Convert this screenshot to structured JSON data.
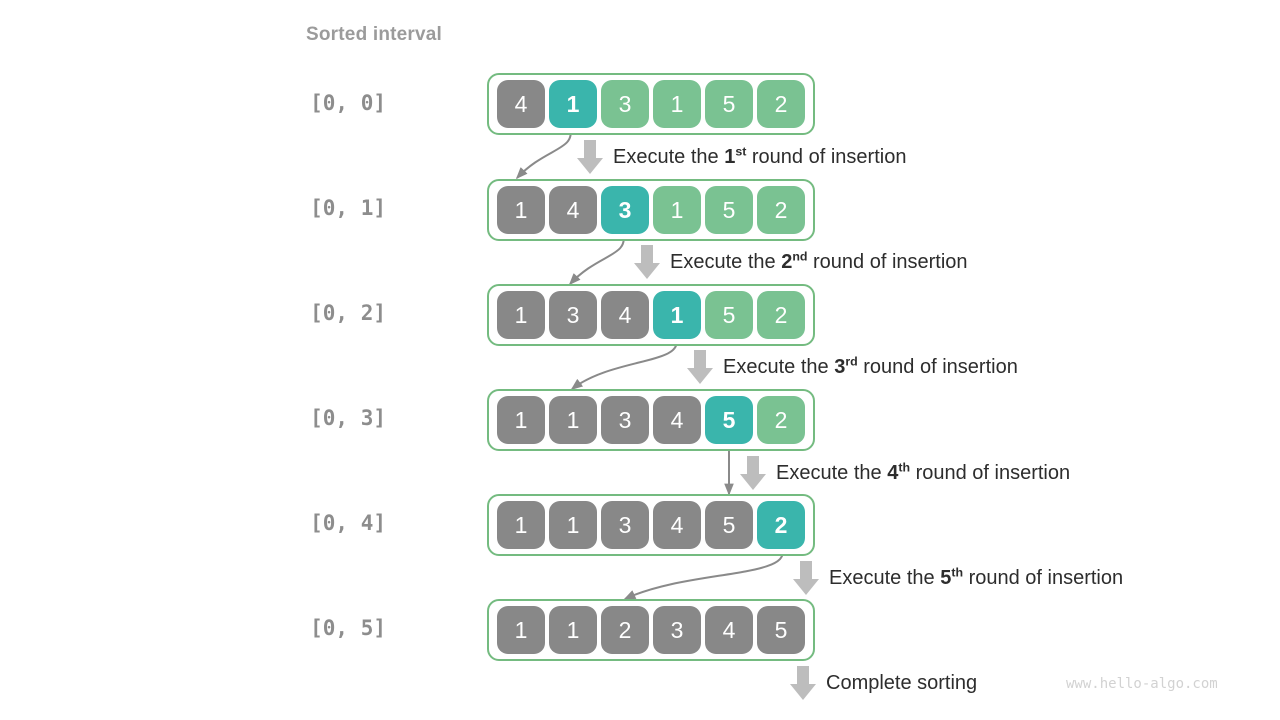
{
  "title": "Sorted interval",
  "watermark": "www.hello-algo.com",
  "colors": {
    "gray": "#888888",
    "teal": "#3ab5ac",
    "green": "#7ac292",
    "border": "#74bb80",
    "arrow": "#bdbdbd",
    "label": "#8d8d8d",
    "title": "#9b9b9b"
  },
  "rows": [
    {
      "label": "[0, 0]",
      "cells": [
        {
          "value": "4",
          "state": "gray"
        },
        {
          "value": "1",
          "state": "teal"
        },
        {
          "value": "3",
          "state": "green"
        },
        {
          "value": "1",
          "state": "green"
        },
        {
          "value": "5",
          "state": "green"
        },
        {
          "value": "2",
          "state": "green"
        }
      ]
    },
    {
      "label": "[0, 1]",
      "cells": [
        {
          "value": "1",
          "state": "gray"
        },
        {
          "value": "4",
          "state": "gray"
        },
        {
          "value": "3",
          "state": "teal"
        },
        {
          "value": "1",
          "state": "green"
        },
        {
          "value": "5",
          "state": "green"
        },
        {
          "value": "2",
          "state": "green"
        }
      ]
    },
    {
      "label": "[0, 2]",
      "cells": [
        {
          "value": "1",
          "state": "gray"
        },
        {
          "value": "3",
          "state": "gray"
        },
        {
          "value": "4",
          "state": "gray"
        },
        {
          "value": "1",
          "state": "teal"
        },
        {
          "value": "5",
          "state": "green"
        },
        {
          "value": "2",
          "state": "green"
        }
      ]
    },
    {
      "label": "[0, 3]",
      "cells": [
        {
          "value": "1",
          "state": "gray"
        },
        {
          "value": "1",
          "state": "gray"
        },
        {
          "value": "3",
          "state": "gray"
        },
        {
          "value": "4",
          "state": "gray"
        },
        {
          "value": "5",
          "state": "teal"
        },
        {
          "value": "2",
          "state": "green"
        }
      ]
    },
    {
      "label": "[0, 4]",
      "cells": [
        {
          "value": "1",
          "state": "gray"
        },
        {
          "value": "1",
          "state": "gray"
        },
        {
          "value": "3",
          "state": "gray"
        },
        {
          "value": "4",
          "state": "gray"
        },
        {
          "value": "5",
          "state": "gray"
        },
        {
          "value": "2",
          "state": "teal"
        }
      ]
    },
    {
      "label": "[0, 5]",
      "cells": [
        {
          "value": "1",
          "state": "gray"
        },
        {
          "value": "1",
          "state": "gray"
        },
        {
          "value": "2",
          "state": "gray"
        },
        {
          "value": "3",
          "state": "gray"
        },
        {
          "value": "4",
          "state": "gray"
        },
        {
          "value": "5",
          "state": "gray"
        }
      ]
    }
  ],
  "steps": [
    {
      "prefix": "Execute the ",
      "ordinal": "1",
      "suffix_sup": "st",
      "suffix": " round of insertion"
    },
    {
      "prefix": "Execute the ",
      "ordinal": "2",
      "suffix_sup": "nd",
      "suffix": " round of insertion"
    },
    {
      "prefix": "Execute the ",
      "ordinal": "3",
      "suffix_sup": "rd",
      "suffix": " round of insertion"
    },
    {
      "prefix": "Execute the ",
      "ordinal": "4",
      "suffix_sup": "th",
      "suffix": " round of insertion"
    },
    {
      "prefix": "Execute the ",
      "ordinal": "5",
      "suffix_sup": "th",
      "suffix": " round of insertion"
    },
    {
      "prefix": "Complete sorting",
      "ordinal": "",
      "suffix_sup": "",
      "suffix": ""
    }
  ]
}
